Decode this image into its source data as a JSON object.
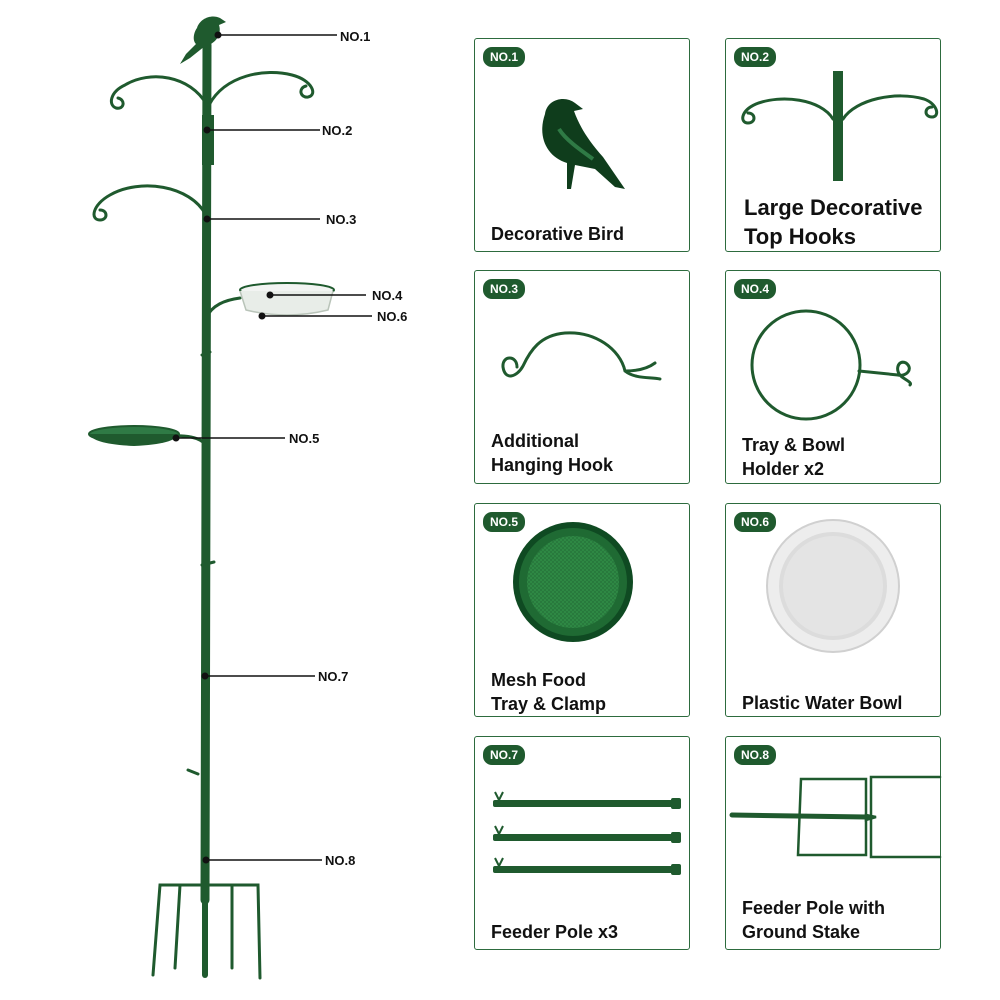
{
  "callouts": [
    "NO.1",
    "NO.2",
    "NO.3",
    "NO.4",
    "NO.6",
    "NO.5",
    "NO.7",
    "NO.8"
  ],
  "cards": [
    {
      "badge": "NO.1",
      "caption": "Decorative Bird"
    },
    {
      "badge": "NO.2",
      "caption": "Large Decorative\nTop Hooks"
    },
    {
      "badge": "NO.3",
      "caption": "Additional\nHanging Hook"
    },
    {
      "badge": "NO.4",
      "caption": "Tray & Bowl\nHolder x2"
    },
    {
      "badge": "NO.5",
      "caption": "Mesh Food\nTray & Clamp"
    },
    {
      "badge": "NO.6",
      "caption": "Plastic Water Bowl"
    },
    {
      "badge": "NO.7",
      "caption": "Feeder Pole x3"
    },
    {
      "badge": "NO.8",
      "caption": "Feeder Pole with\nGround Stake"
    }
  ],
  "colors": {
    "pole_green": "#1f5a2e",
    "dark_green": "#0f3d1c",
    "bowl": "#e4e9e4"
  }
}
